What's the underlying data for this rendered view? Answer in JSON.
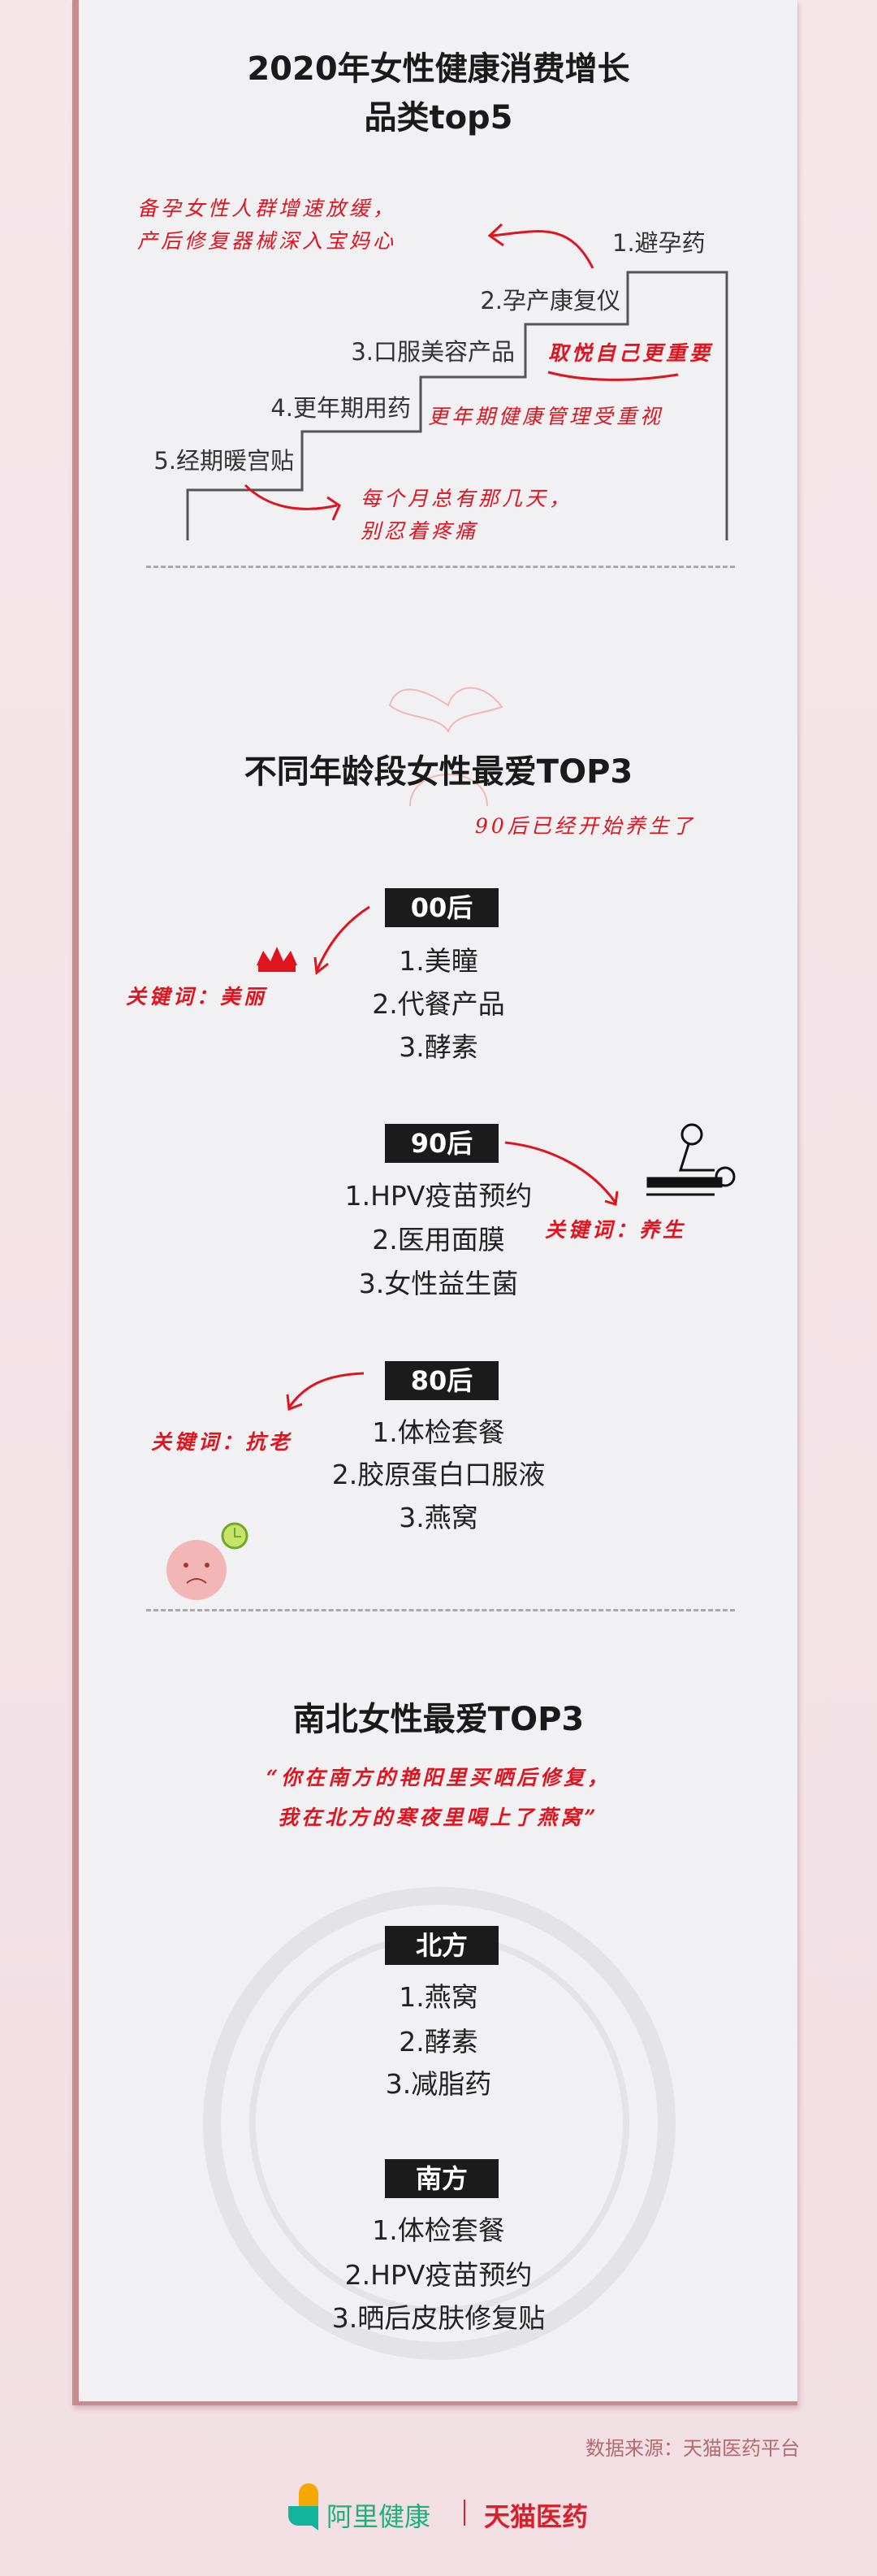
{
  "section1": {
    "title_line1": "2020年女性健康消费增长",
    "title_line2": "品类top5",
    "steps": [
      "1.避孕药",
      "2.孕产康复仪",
      "3.口服美容产品",
      "4.更年期用药",
      "5.经期暖宫贴"
    ],
    "notes": {
      "n1_line1": "备孕女性人群增速放缓，",
      "n1_line2": "产后修复器械深入宝妈心",
      "n2": "取悦自己更重要",
      "n3": "更年期健康管理受重视",
      "n4_line1": "每个月总有那几天，",
      "n4_line2": "别忍着疼痛"
    }
  },
  "section2": {
    "title": "不同年龄段女性最爱TOP3",
    "note": "90后已经开始养生了",
    "groups": [
      {
        "label": "00后",
        "items": [
          "1.美瞳",
          "2.代餐产品",
          "3.酵素"
        ],
        "keyword": "关键词：美丽"
      },
      {
        "label": "90后",
        "items": [
          "1.HPV疫苗预约",
          "2.医用面膜",
          "3.女性益生菌"
        ],
        "keyword": "关键词：养生"
      },
      {
        "label": "80后",
        "items": [
          "1.体检套餐",
          "2.胶原蛋白口服液",
          "3.燕窝"
        ],
        "keyword": "关键词：抗老"
      }
    ]
  },
  "section3": {
    "title": "南北女性最爱TOP3",
    "quote_line1": "“你在南方的艳阳里买晒后修复，",
    "quote_line2": "我在北方的寒夜里喝上了燕窝”",
    "groups": [
      {
        "label": "北方",
        "items": [
          "1.燕窝",
          "2.酵素",
          "3.减脂药"
        ]
      },
      {
        "label": "南方",
        "items": [
          "1.体检套餐",
          "2.HPV疫苗预约",
          "3.晒后皮肤修复贴"
        ]
      }
    ]
  },
  "footer": {
    "source": "数据来源：天猫医药平台",
    "brand1": "阿里健康",
    "brand2": "天猫医药"
  },
  "colors": {
    "accent": "#e0141e",
    "green": "#1db07a",
    "brand_red": "#d9202a"
  }
}
